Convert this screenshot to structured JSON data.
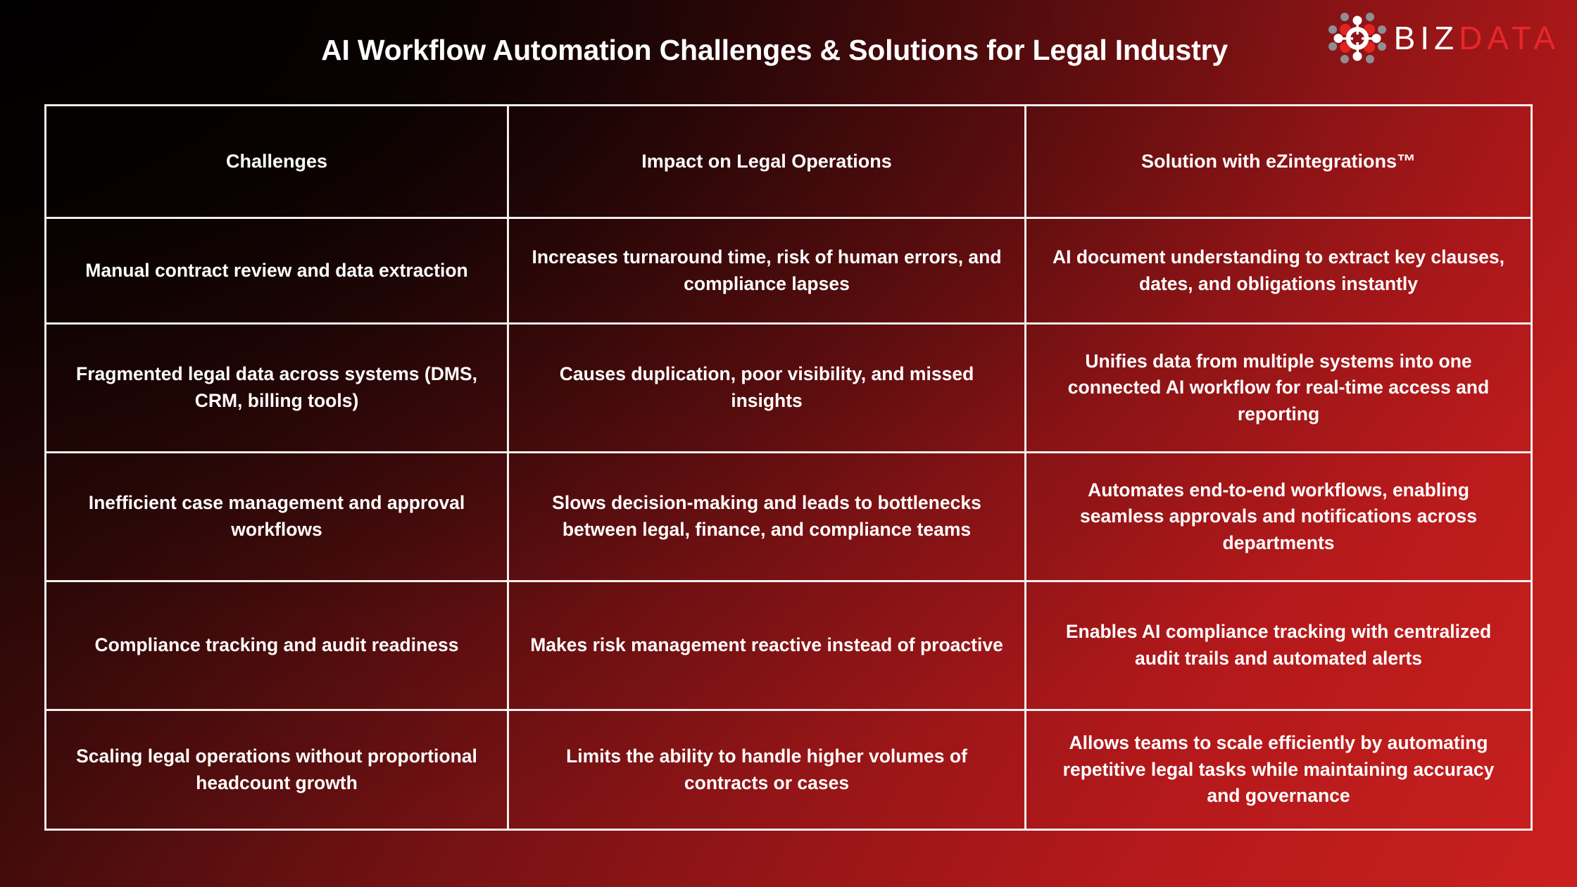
{
  "header": {
    "title": "AI Workflow Automation Challenges & Solutions for Legal Industry",
    "brand": {
      "icon": "network-nodes-icon",
      "word_primary": "BIZ",
      "word_accent": "DATA"
    }
  },
  "colors": {
    "background_from": "#200504",
    "background_to": "#c9201f",
    "border": "#f2eeec",
    "text": "#ffffff",
    "brand_accent": "#e8262b",
    "logo_node_red": "#e0241f",
    "logo_node_gray": "#8e8e94"
  },
  "table": {
    "headers": [
      "Challenges",
      "Impact on Legal Operations",
      "Solution with eZintegrations™"
    ],
    "rows": [
      {
        "challenge": "Manual contract review and data extraction",
        "impact": "Increases turnaround time, risk of human errors, and compliance lapses",
        "solution": "AI document understanding to extract key clauses, dates, and obligations instantly"
      },
      {
        "challenge": "Fragmented legal data across systems (DMS, CRM, billing tools)",
        "impact": "Causes duplication, poor visibility, and missed insights",
        "solution": "Unifies data from multiple systems into one connected AI workflow for real-time access and reporting"
      },
      {
        "challenge": "Inefficient case management and approval workflows",
        "impact": "Slows decision-making and leads to bottlenecks between legal, finance, and compliance teams",
        "solution": "Automates end-to-end workflows, enabling seamless approvals and notifications across departments"
      },
      {
        "challenge": "Compliance tracking and audit readiness",
        "impact": "Makes risk management reactive instead of proactive",
        "solution": "Enables AI compliance tracking with centralized audit trails and automated alerts"
      },
      {
        "challenge": "Scaling legal operations without proportional headcount growth",
        "impact": "Limits the ability to handle higher volumes of contracts or cases",
        "solution": "Allows teams to scale efficiently by automating repetitive legal tasks while maintaining accuracy and governance"
      }
    ]
  }
}
